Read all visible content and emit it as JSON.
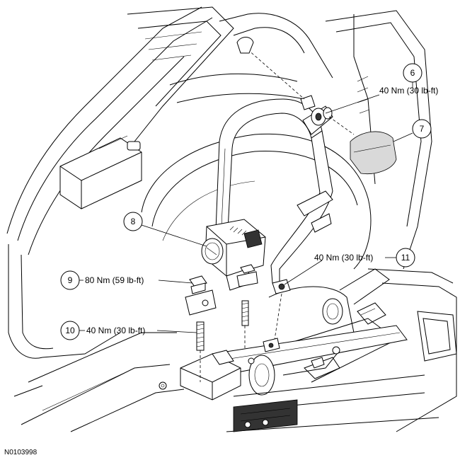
{
  "callouts": [
    {
      "number": "6",
      "label": "40 Nm (30 lb-ft)"
    },
    {
      "number": "7",
      "label": ""
    },
    {
      "number": "8",
      "label": ""
    },
    {
      "number": "9",
      "label": "80 Nm (59 lb-ft)"
    },
    {
      "number": "10",
      "label": "40 Nm (30 lb-ft)"
    },
    {
      "number": "11",
      "label": "40 Nm (30 lb-ft)"
    }
  ],
  "reference_code": "N0103998"
}
